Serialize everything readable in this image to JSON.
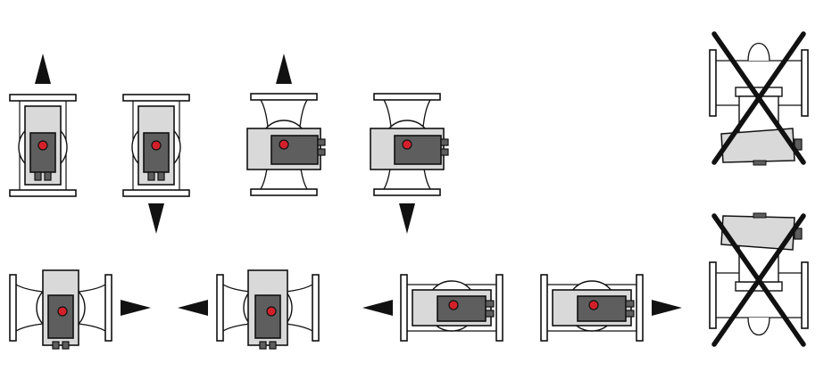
{
  "colors": {
    "background": "#ffffff",
    "outline": "#111111",
    "pump_body": "#d9d9d9",
    "module_box": "#5e5e5e",
    "indicator": "#d4202a",
    "flange": "#ffffff",
    "arrow": "#111111",
    "cross": "#111111"
  },
  "diagram": {
    "title": "",
    "rows": [
      {
        "row": "top",
        "pumps": [
          {
            "id": "t1",
            "orientation": "vertical",
            "flow_arrow": "up",
            "installation": "allowed",
            "module_side": "front"
          },
          {
            "id": "t2",
            "orientation": "vertical",
            "flow_arrow": "down",
            "installation": "allowed",
            "module_side": "front"
          },
          {
            "id": "t3",
            "orientation": "vertical-shaft-horizontal-module",
            "flow_arrow": "up",
            "installation": "allowed",
            "module_side": "right"
          },
          {
            "id": "t4",
            "orientation": "vertical-shaft-horizontal-module",
            "flow_arrow": "down",
            "installation": "allowed",
            "module_side": "right"
          },
          {
            "id": "t5",
            "orientation": "motor-down",
            "flow_arrow": "none",
            "installation": "not-allowed",
            "module_side": "down"
          }
        ]
      },
      {
        "row": "bottom",
        "pumps": [
          {
            "id": "b1",
            "orientation": "horizontal-pipe",
            "flow_arrow": "right",
            "installation": "allowed",
            "module_side": "front"
          },
          {
            "id": "b2",
            "orientation": "horizontal-pipe",
            "flow_arrow": "left",
            "installation": "allowed",
            "module_side": "front"
          },
          {
            "id": "b3",
            "orientation": "horizontal-pipe-horizontal-module",
            "flow_arrow": "left",
            "installation": "allowed",
            "module_side": "right"
          },
          {
            "id": "b4",
            "orientation": "horizontal-pipe-horizontal-module",
            "flow_arrow": "right",
            "installation": "allowed",
            "module_side": "right"
          },
          {
            "id": "b5",
            "orientation": "motor-up",
            "flow_arrow": "none",
            "installation": "not-allowed",
            "module_side": "up"
          }
        ]
      }
    ]
  }
}
